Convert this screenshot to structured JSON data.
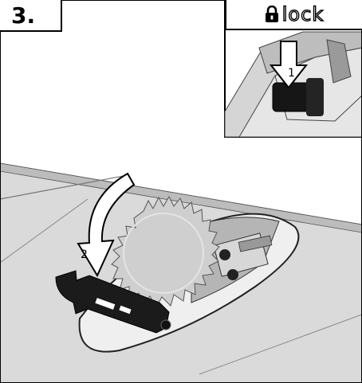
{
  "step": {
    "number": "3."
  },
  "lock_panel": {
    "label": "lock",
    "icon": "padlock-icon",
    "arrow_number": "1"
  },
  "main": {
    "arrow_number": "2"
  }
}
